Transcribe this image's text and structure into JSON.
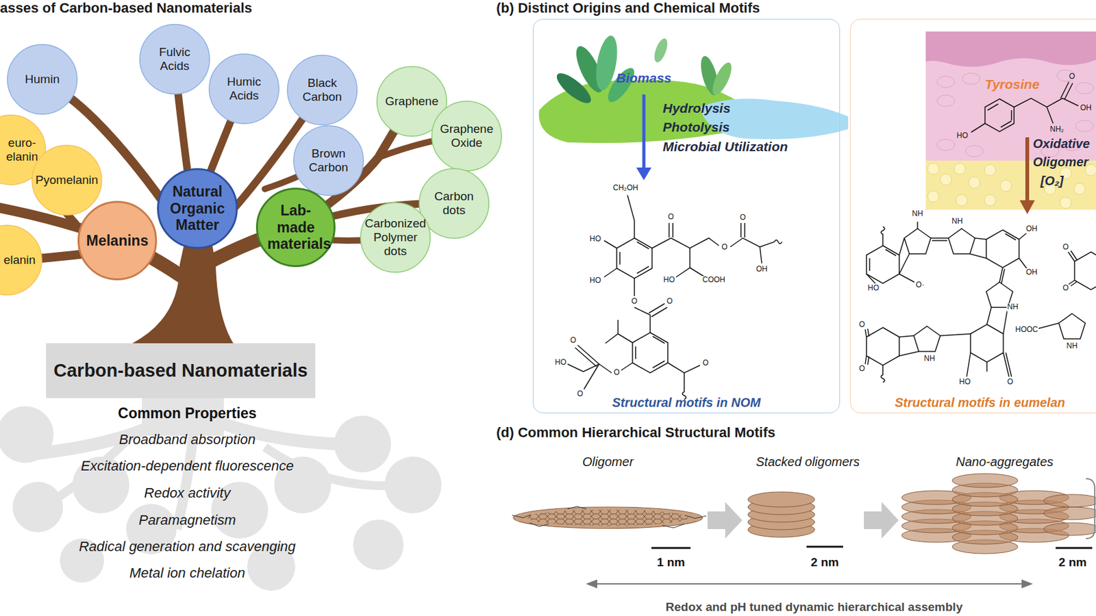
{
  "diagram": {
    "nodes": [
      {
        "text": [
          "Humin"
        ]
      },
      {
        "text": [
          "Fulvic Acids"
        ]
      },
      {
        "text": [
          "Humic Acids"
        ]
      },
      {
        "text": [
          "Black Carbon"
        ]
      },
      {
        "text": [
          "Brown Carbon"
        ]
      },
      {
        "text": [
          "Graphene"
        ]
      },
      {
        "text": [
          "Graphene Oxide"
        ]
      },
      {
        "text": [
          "Carbon dots"
        ]
      },
      {
        "text": [
          "Carbonized Polymer dots"
        ]
      },
      {
        "text": [
          "euro- elanin"
        ]
      },
      {
        "text": [
          "Pyomelanin"
        ]
      },
      {
        "text": [
          "elanin"
        ]
      },
      {
        "text": [
          "Natural Organic Matter"
        ]
      },
      {
        "text": [
          "Lab-made materials"
        ]
      },
      {
        "text": [
          "Melanins"
        ]
      },
      {
        "text": [
          "Carbon-based Nanomaterials"
        ]
      },
      {
        "text": [
          "Structural motifs in NOM"
        ]
      },
      {
        "text": [
          "Structural motifs in eumelan"
        ]
      }
    ],
    "labels": [
      "asses of Carbon-based Nanomaterials",
      "(b) Distinct Origins and Chemical Motifs",
      "Common Properties",
      "Broadband absorption",
      "Excitation-dependent fluorescence",
      "Redox activity",
      "Paramagnetism",
      "Radical generation and scavenging",
      "Metal ion chelation",
      "Biomass",
      "Hydrolysis",
      "Photolysis",
      "Microbial Utilization",
      "CH₂OH",
      "HO",
      "HO",
      "O",
      "O",
      "O",
      "HO",
      "COOH",
      "OH",
      "O",
      "O",
      "O",
      "HO",
      "O",
      "O",
      "O",
      "Tyrosine",
      "O",
      "OH",
      "HO",
      "NH₂",
      "Oxidative",
      "Oligomer",
      "[O₂]",
      "NH",
      "HO",
      "O·",
      "NH",
      "OH",
      "OH",
      "NH",
      "O",
      "O",
      "NH",
      "O",
      "HO",
      "HOOC",
      "NH",
      "O",
      "O",
      "(d) Common Hierarchical Structural Motifs",
      "Oligomer",
      "Stacked oligomers",
      "Nano-aggregates",
      "1 nm",
      "2 nm",
      "2 nm",
      "Redox and pH tuned dynamic hierarchical assembly"
    ]
  }
}
